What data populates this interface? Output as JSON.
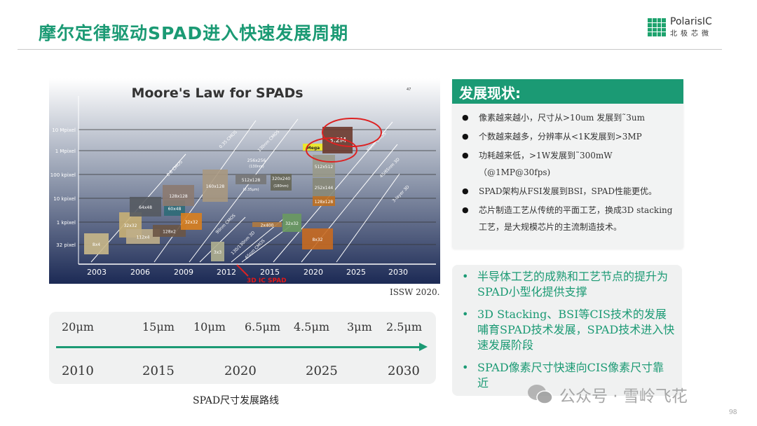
{
  "header": {
    "title": "摩尔定律驱动SPAD进入快速发展周期",
    "logo_en": "PolarisIC",
    "logo_cn": "北极芯微"
  },
  "figure": {
    "title": "Moore's Law for SPADs",
    "corner": "47",
    "y_labels": [
      "10 Mpixel",
      "1 Mpixel",
      "100 kpixel",
      "10 kpixel",
      "1 kpixel",
      "32 pixel"
    ],
    "x_labels": [
      "2003",
      "2006",
      "2009",
      "2012",
      "2015",
      "2020",
      "2025",
      "2030"
    ],
    "nodes": [
      "0.8 CMOS",
      "0.35 CMOS",
      "130nm CMOS",
      "90nm CMOS",
      "130/130nm 3D",
      "65nm CMOS",
      "40nm CMOS",
      "45/65nm 3D",
      "3-layer 3D"
    ],
    "chips": [
      "8x4",
      "32x32",
      "112x4",
      "64x48",
      "128x2",
      "60x48",
      "128x128",
      "32x32",
      "160x128",
      "3x3",
      "2x400",
      "512x128",
      "(0.35μm)",
      "256x256",
      "(130nm)",
      "320x240",
      "(180nm)",
      "32x32",
      "512x512",
      "252x144",
      "128x128",
      "8x32",
      "Mega",
      "3.2M"
    ],
    "annotation": "3D IC SPAD",
    "source": "ISSW 2020."
  },
  "timeline": {
    "sizes": [
      "20μm",
      "15μm",
      "10μm",
      "6.5μm",
      "4.5μm",
      "3μm",
      "2.5μm"
    ],
    "years": [
      "2010",
      "2015",
      "2020",
      "2025",
      "2030"
    ],
    "caption": "SPAD尺寸发展路线"
  },
  "status": {
    "heading": "发展现状:",
    "items": [
      "像素越来越小，尺寸从>10um 发展到˜3um",
      "个数越来越多，分辨率从<1K发展到>3MP",
      "功耗越来低，>1W发展到˜300mW （@1MP@30fps)",
      "SPAD架构从FSI发展到BSI，SPAD性能更优。",
      "芯片制造工艺从传统的平面工艺，换成3D stacking工艺，是大规模芯片的主流制造技术。"
    ]
  },
  "drivers": {
    "items": [
      "半导体工艺的成熟和工艺节点的提升为SPAD小型化提供支撑",
      "3D Stacking、BSI等CIS技术的发展哺育SPAD技术发展，SPAD技术进入快速发展阶段",
      "SPAD像素尺寸快速向CIS像素尺寸靠近"
    ]
  },
  "watermark": "公众号 · 雪岭飞花",
  "page_number": "98",
  "colors": {
    "accent": "#1b9a74"
  }
}
